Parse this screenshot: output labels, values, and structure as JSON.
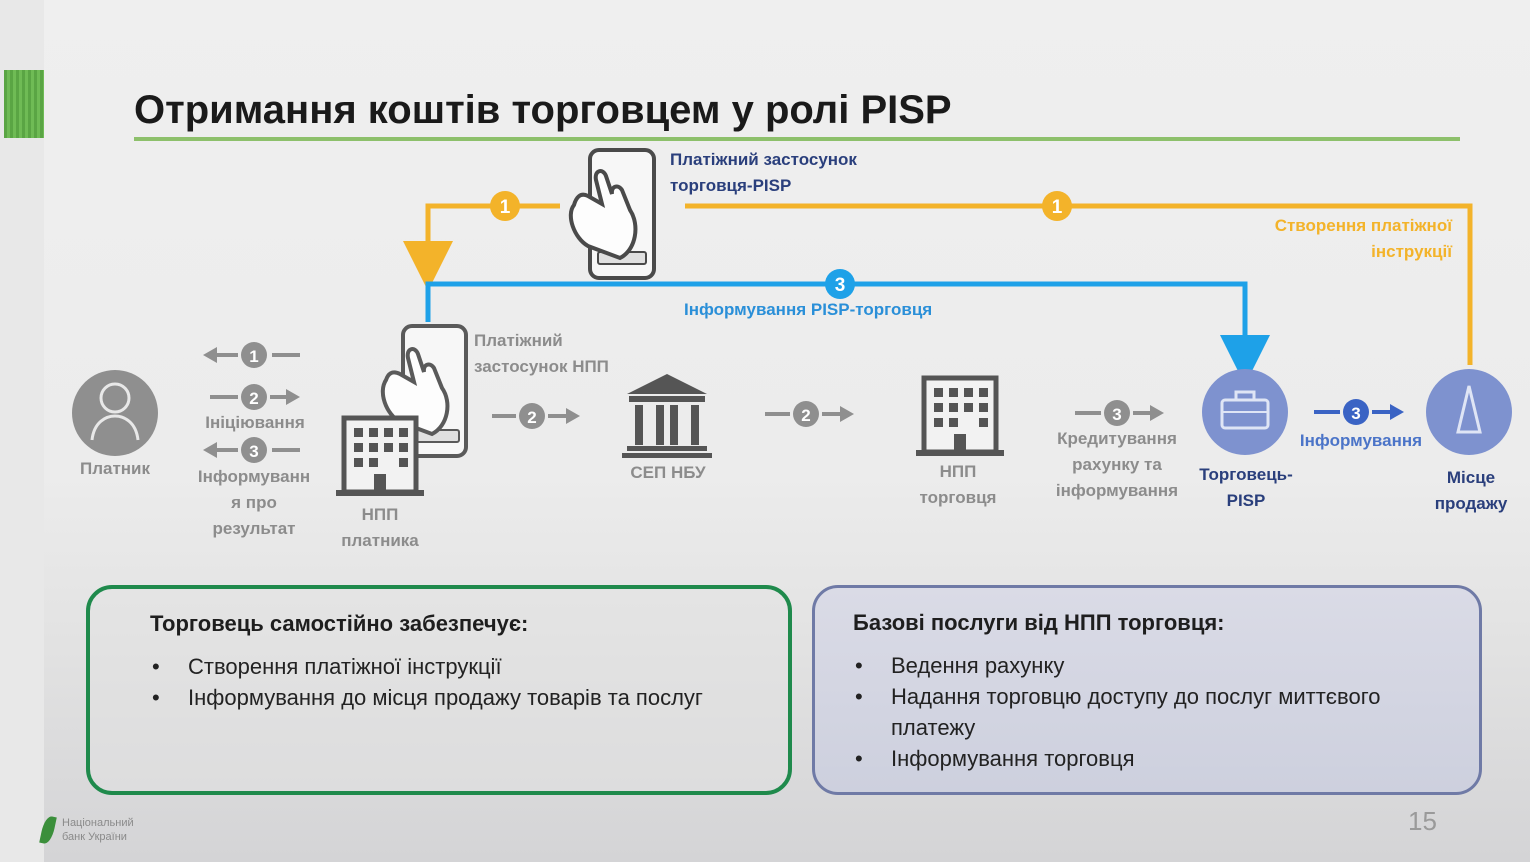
{
  "title": "Отримання коштів торговцем у ролі PISP",
  "nodes": {
    "payer": "Платник",
    "payer_bank_line1": "НПП",
    "payer_bank_line2": "платника",
    "payer_app_line1": "Платіжний",
    "payer_app_line2": "застосунок  НПП",
    "sep": "СЕП НБУ",
    "merchant_bank_line1": "НПП",
    "merchant_bank_line2": "торговця",
    "merchant_pisp_line1": "Торговець-",
    "merchant_pisp_line2": "PISP",
    "point_of_sale_line1": "Місце",
    "point_of_sale_line2": "продажу",
    "merchant_app_line1": "Платіжний застосунок",
    "merchant_app_line2": "торговця-PISP"
  },
  "steps": {
    "initiation": "Ініціювання",
    "result_line1": "Інформуванн",
    "result_line2": "я про",
    "result_line3": "результат",
    "credit_line1": "Кредитування",
    "credit_line2": "рахунку та",
    "credit_line3": "інформування",
    "inform": "Інформування",
    "create_line1": "Створення платіжної",
    "create_line2": "інструкції",
    "inform_pisp": "Інформування PISP-торговця"
  },
  "badges": {
    "one": "1",
    "two": "2",
    "three": "3"
  },
  "left_box": {
    "heading": "Торговець самостійно забезпечує:",
    "items": [
      "Створення платіжної інструкції",
      "Інформування до місця продажу товарів та послуг"
    ]
  },
  "right_box": {
    "heading": "Базові послуги від НПП торговця:",
    "items": [
      "Ведення рахунку",
      "Надання торговцю доступу до послуг миттєвого платежу",
      "Інформування торговця"
    ]
  },
  "footer": {
    "page_number": "15",
    "logo_line1": "Національний",
    "logo_line2": "банк України"
  },
  "colors": {
    "orange": "#f3b32a",
    "blue": "#1ea1e8",
    "navy": "#2a3f7c",
    "grey": "#8f8f8f",
    "green_border": "#1f8a4c",
    "title_rule": "#8dc06b"
  }
}
